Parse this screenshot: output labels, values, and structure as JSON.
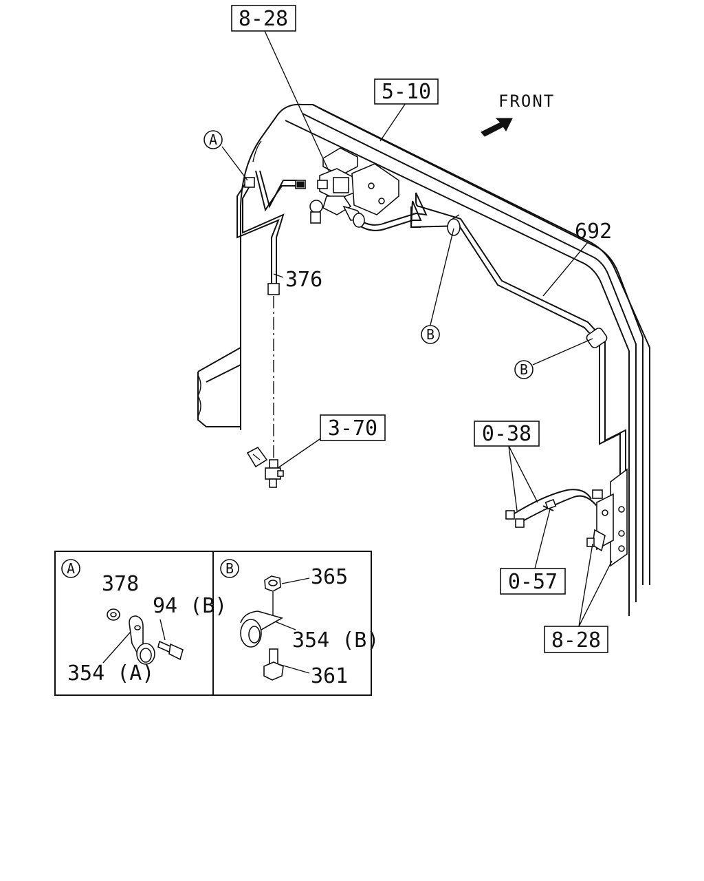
{
  "direction": {
    "front_label": "FRONT"
  },
  "ref_boxes": {
    "top_8_28": "8-28",
    "ref_5_10": "5-10",
    "ref_3_70": "3-70",
    "ref_0_38": "0-38",
    "ref_0_57": "0-57",
    "bottom_8_28": "8-28"
  },
  "part_numbers": {
    "p376": "376",
    "p692": "692"
  },
  "callouts": {
    "a_top": "A",
    "b_mid": "B",
    "b_right": "B"
  },
  "detail_a": {
    "key": "A",
    "p378": "378",
    "p94b": "94 (B)",
    "p354a": "354 (A)"
  },
  "detail_b": {
    "key": "B",
    "p365": "365",
    "p354b": "354 (B)",
    "p361": "361"
  }
}
